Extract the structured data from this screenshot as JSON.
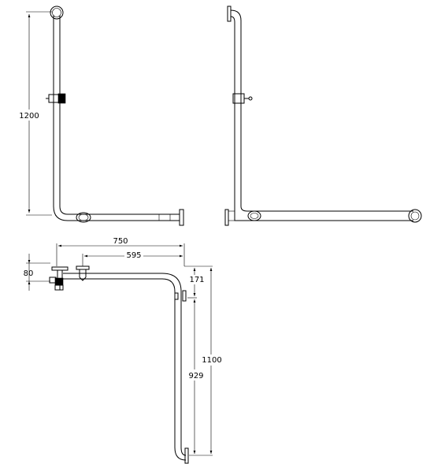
{
  "dimensions": {
    "vertical_height": "1200",
    "overall_length": "750",
    "inner_length": "595",
    "bracket_offset": "80",
    "flange_offset": "171",
    "lower_length": "929",
    "total_length": "1100"
  }
}
